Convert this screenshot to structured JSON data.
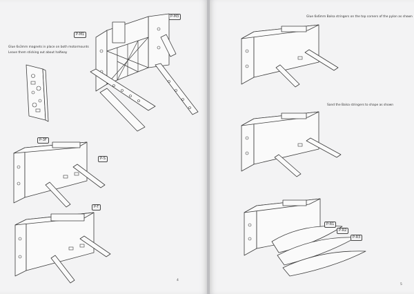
{
  "left_page": {
    "instruction_top": [
      "Glue 6x3mm magnets in place on both motormounts",
      "Leave them sticking out about halfway"
    ],
    "labels": {
      "top_a": "P-M3",
      "top_b": "P-M1",
      "mid_a": "P-3F",
      "mid_b": "P-S",
      "bottom": "P-T"
    },
    "page_number": "4"
  },
  "right_page": {
    "instruction_top": "Glue 6x6mm Balsa stringers on the top corners of the pylon as shown",
    "instruction_mid": "Sand the Balsa stringers to shape as shown",
    "labels": {
      "r1": "P-R1",
      "r2": "P-R2",
      "r3": "P-R3"
    },
    "page_number": "5"
  }
}
